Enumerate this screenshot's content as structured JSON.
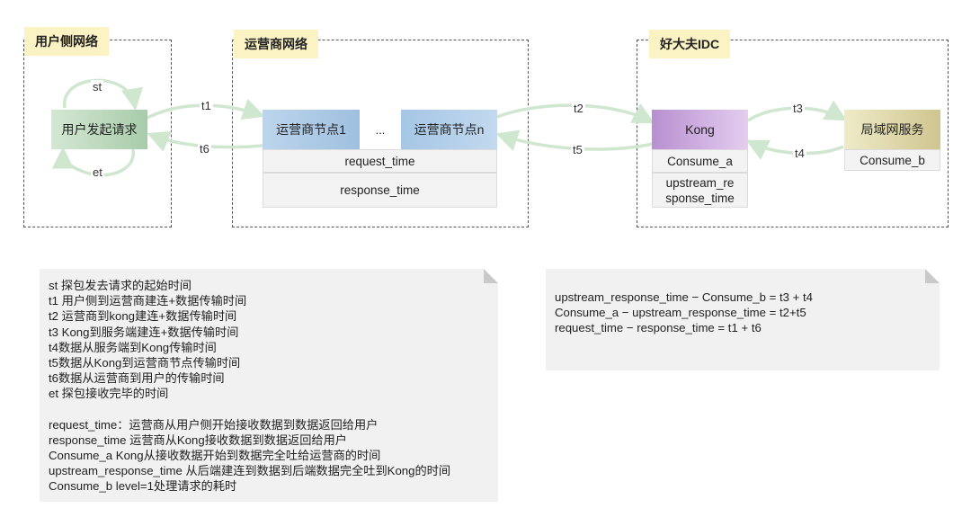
{
  "zones": {
    "user": "用户侧网络",
    "operator": "运营商网络",
    "idc": "好大夫IDC"
  },
  "nodes": {
    "user_request": "用户发起请求",
    "op_node1": "运营商节点1",
    "ellipsis": "...",
    "op_node_n": "运营商节点n",
    "kong": "Kong",
    "lan_service": "局域网服务"
  },
  "cells": {
    "request_time": "request_time",
    "response_time": "response_time",
    "consume_a": "Consume_a",
    "upstream_response_time": "upstream_re\nsponse_time",
    "consume_b": "Consume_b"
  },
  "edges": {
    "st": "st",
    "et": "et",
    "t1": "t1",
    "t2": "t2",
    "t3": "t3",
    "t4": "t4",
    "t5": "t5",
    "t6": "t6"
  },
  "colors": {
    "user_node": "#b5d5b4",
    "operator_node": "#aac9e6",
    "kong_node": "#c8a6dc",
    "lan_node": "#ddd6a4",
    "arrow": "#cfe6cf",
    "zone_label_bg": "#fbf3c4"
  },
  "notes": {
    "left_definitions": [
      "st 探包发去请求的起始时间",
      "t1 用户侧到运营商建连+数据传输时间",
      "t2 运营商到kong建连+数据传输时间",
      "t3 Kong到服务端建连+数据传输时间",
      "t4数据从服务端到Kong传输时间",
      "t5数据从Kong到运营商节点传输时间",
      "t6数据从运营商到用户的传输时间",
      "et 探包接收完毕的时间"
    ],
    "left_metrics": [
      "request_time：运营商从用户侧开始接收数据到数据返回给用户",
      "response_time 运营商从Kong接收数据到数据返回给用户",
      "Consume_a Kong从接收数据开始到数据完全吐给运营商的时间",
      "upstream_response_time 从后端建连到数据到后端数据完全吐到Kong的时间",
      "Consume_b level=1处理请求的耗时"
    ],
    "right_formulas": [
      "upstream_response_time − Consume_b = t3 + t4",
      "Consume_a − upstream_response_time = t2+t5",
      "request_time − response_time = t1 + t6"
    ]
  }
}
